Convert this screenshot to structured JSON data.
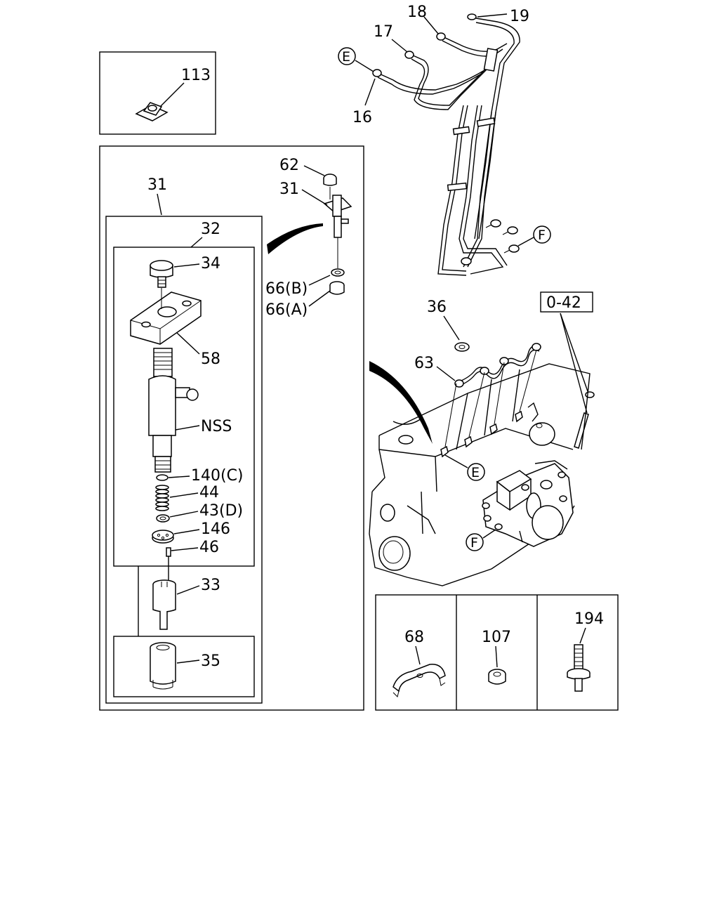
{
  "callouts": {
    "c113": "113",
    "c31_outer": "31",
    "c32": "32",
    "c34": "34",
    "c58": "58",
    "cNSS": "NSS",
    "c140": "140(C)",
    "c44": "44",
    "c43": "43(D)",
    "c146": "146",
    "c46": "46",
    "c33": "33",
    "c35": "35",
    "c62": "62",
    "c31_inner": "31",
    "c66b": "66(B)",
    "c66a": "66(A)",
    "c18": "18",
    "c19": "19",
    "c17": "17",
    "c16": "16",
    "c36": "36",
    "c63": "63",
    "c042": "0-42",
    "c68": "68",
    "c107": "107",
    "c194": "194"
  },
  "markers": {
    "e_top": "E",
    "f_right": "F",
    "e_engine": "E",
    "f_engine": "F"
  }
}
